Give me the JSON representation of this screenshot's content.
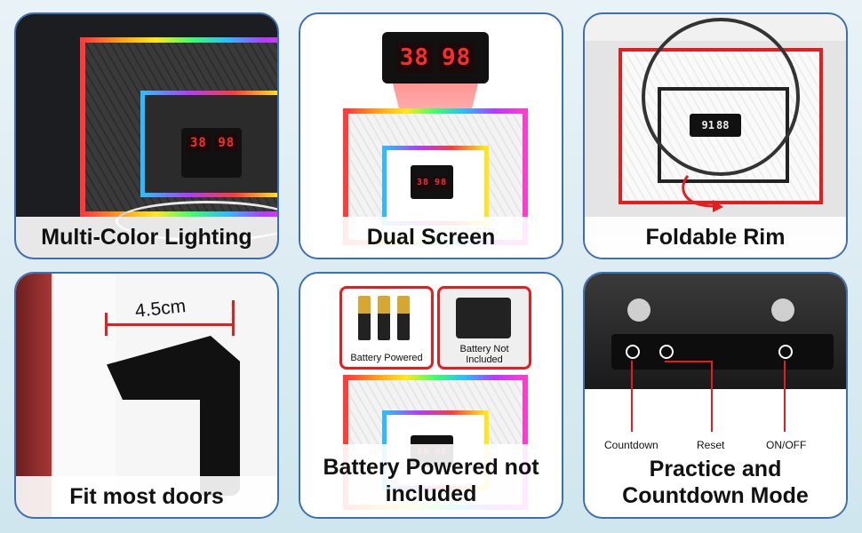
{
  "panels": [
    {
      "caption": "Multi-Color Lighting",
      "scoreboard": [
        "38",
        "98"
      ]
    },
    {
      "caption": "Dual Screen",
      "scoreboard_large": [
        "38",
        "98"
      ],
      "scoreboard_small": [
        "38",
        "98"
      ]
    },
    {
      "caption": "Foldable Rim",
      "scoreboard": [
        "91",
        "88"
      ]
    },
    {
      "caption": "Fit most doors",
      "measurement": "4.5cm"
    },
    {
      "caption": "Battery Powered not included",
      "left_box_label": "Battery Powered",
      "right_box_label": "Battery Not Included",
      "scoreboard": [
        "38",
        "98"
      ]
    },
    {
      "caption_line1": "Practice and",
      "caption_line2": "Countdown Mode",
      "buttons": {
        "countdown": "Countdown",
        "reset": "Reset",
        "onoff": "ON/OFF"
      }
    }
  ],
  "colors": {
    "border": "#3d6fb3",
    "accent_red": "#e02020",
    "led": "#ff2b2b"
  }
}
